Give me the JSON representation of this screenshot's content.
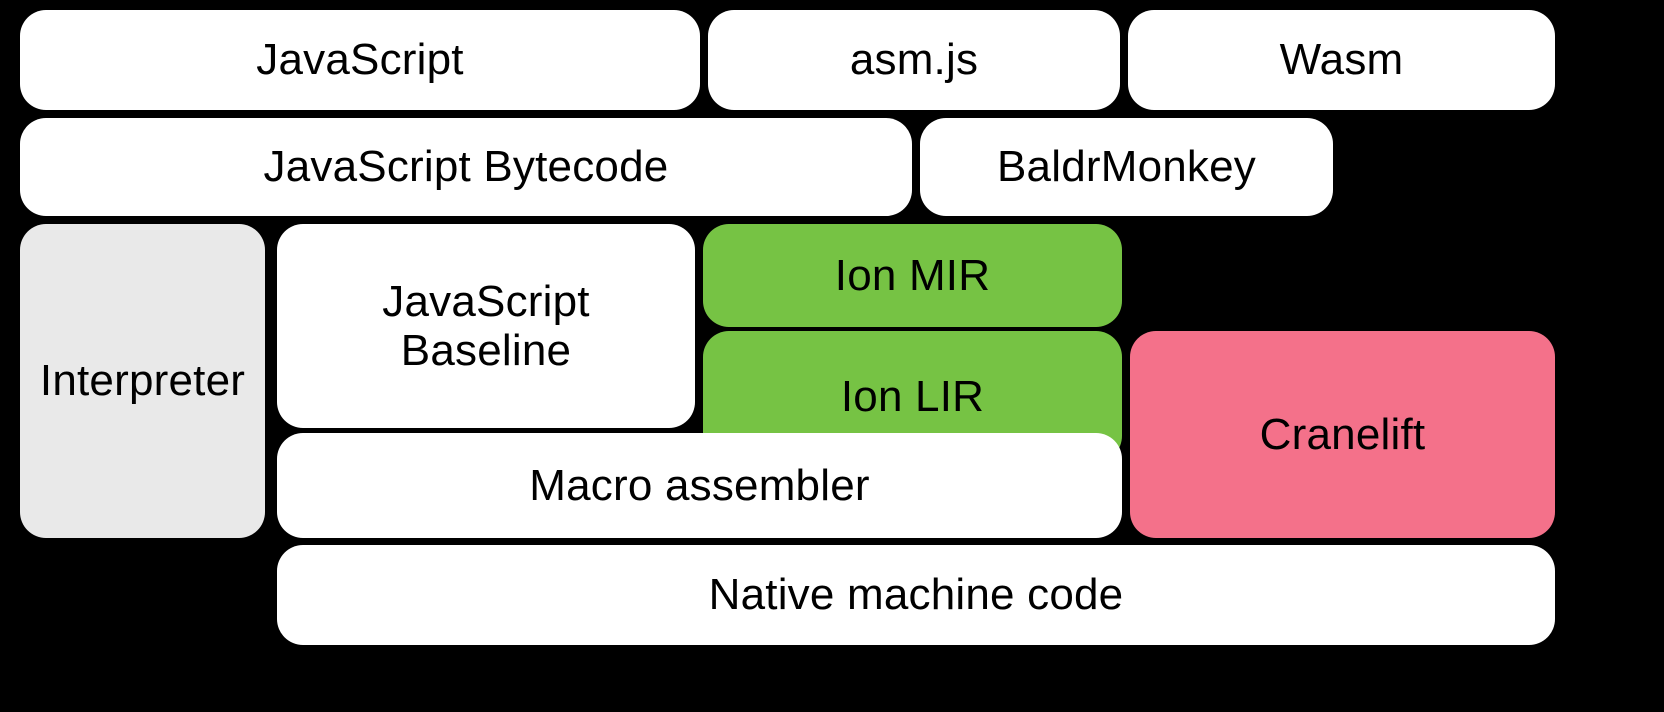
{
  "diagram": {
    "title": "SpiderMonkey compilation pipeline",
    "background_color": "#000000",
    "colors": {
      "white": "#ffffff",
      "gray": "#e9e9e9",
      "green": "#76c344",
      "pink": "#f4718a",
      "text": "#000000"
    }
  },
  "rows": [
    {
      "name": "source-languages",
      "boxes": [
        {
          "id": "javascript",
          "label": "JavaScript",
          "color": "white"
        },
        {
          "id": "asmjs",
          "label": "asm.js",
          "color": "white"
        },
        {
          "id": "wasm",
          "label": "Wasm",
          "color": "white"
        }
      ]
    },
    {
      "name": "intermediate-representations",
      "boxes": [
        {
          "id": "js-bytecode",
          "label": "JavaScript Bytecode",
          "color": "white"
        },
        {
          "id": "baldrmonkey",
          "label": "BaldrMonkey",
          "color": "white"
        }
      ]
    },
    {
      "name": "execution-tiers",
      "boxes": [
        {
          "id": "interpreter",
          "label": "Interpreter",
          "color": "gray"
        },
        {
          "id": "js-baseline",
          "label": "JavaScript\nBaseline",
          "color": "white"
        },
        {
          "id": "ion-mir",
          "label": "Ion MIR",
          "color": "green"
        },
        {
          "id": "ion-lir",
          "label": "Ion LIR",
          "color": "green"
        },
        {
          "id": "cranelift",
          "label": "Cranelift",
          "color": "pink"
        },
        {
          "id": "macro-assembler",
          "label": "Macro assembler",
          "color": "white"
        }
      ]
    },
    {
      "name": "machine-code",
      "boxes": [
        {
          "id": "native-code",
          "label": "Native machine code",
          "color": "white"
        }
      ]
    }
  ]
}
